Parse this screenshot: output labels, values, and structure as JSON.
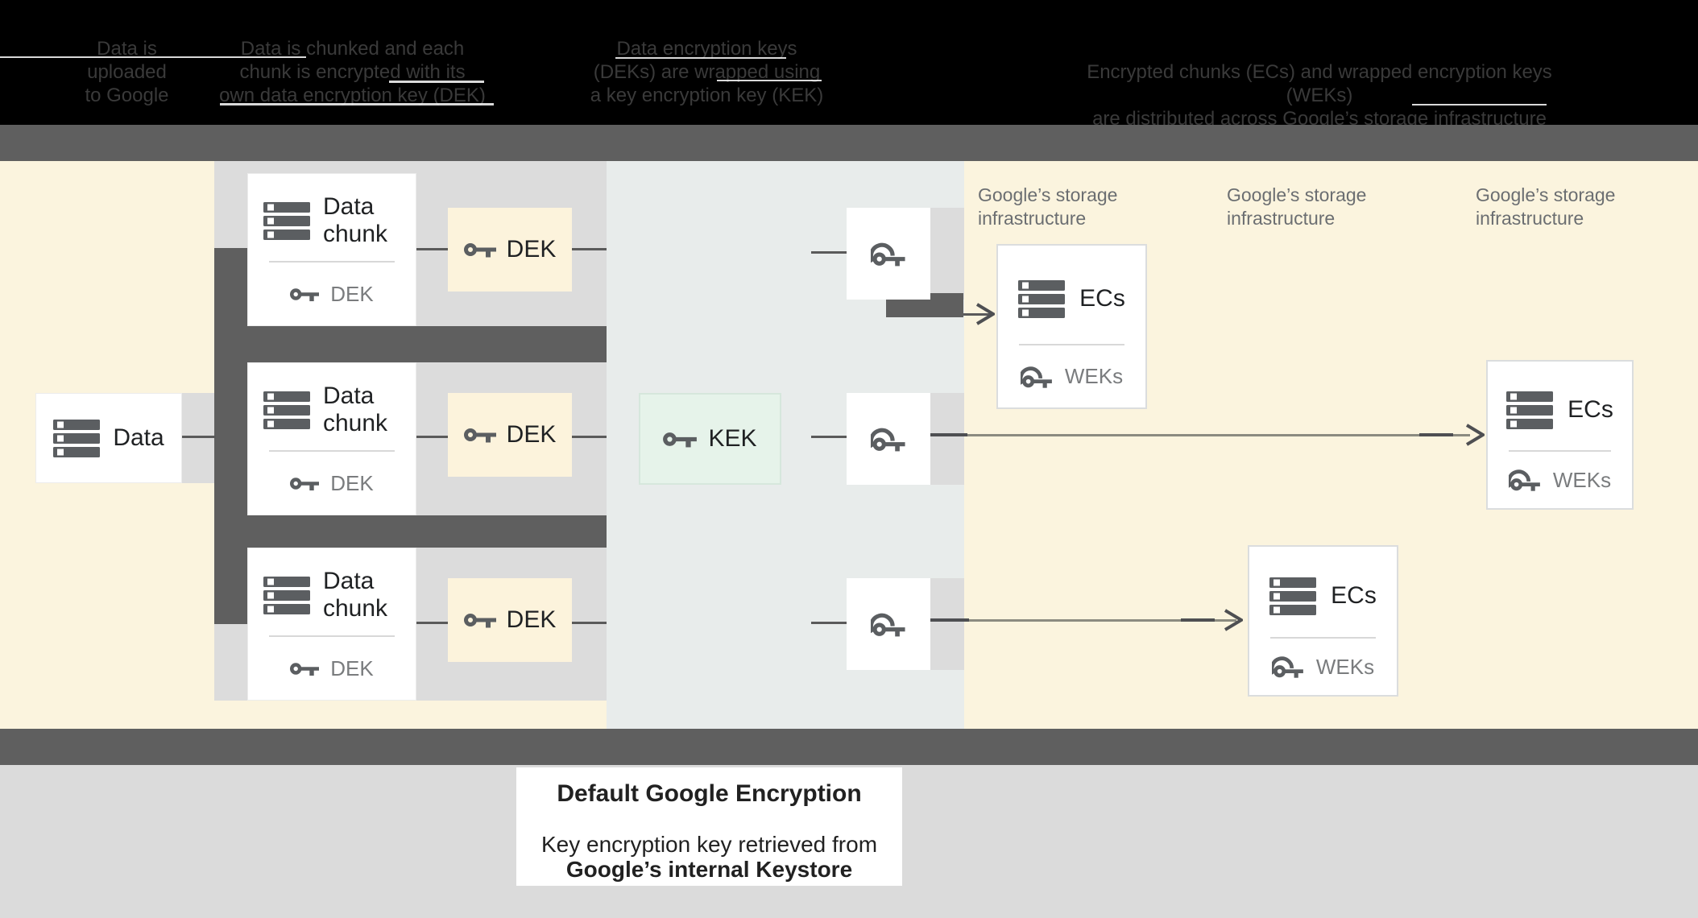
{
  "colors": {
    "black": "#000000",
    "bar": "#5F5F5F",
    "cream": "#FBF4DE",
    "bluegray": "#E8ECEB",
    "strip": "#DCDCDC",
    "footerbg": "#DBDBDB",
    "icon": "#5B5E61",
    "dek": "#FCF3DC",
    "kek": "#E6F3EA",
    "kekborder": "#D6E7DC",
    "textdark": "#1F2123",
    "textgray": "#7A7C7E",
    "storagetext": "#6B6E71",
    "line": "#5A5A5A",
    "headertext": "#3A3A3A"
  },
  "header": {
    "steps": [
      {
        "lines": [
          "Data is",
          "uploaded",
          "to Google"
        ]
      },
      {
        "lines": [
          "Data is chunked and each",
          "chunk is encrypted with its",
          "own data encryption key (DEK)"
        ]
      },
      {
        "lines": [
          "Data encryption keys",
          "(DEKs) are wrapped using",
          "a key encryption key (KEK)"
        ]
      },
      {
        "lines": [
          "Encrypted chunks (ECs) and wrapped encryption keys (WEKs)",
          "are distributed across Google’s storage infrastructure"
        ]
      }
    ]
  },
  "diagram": {
    "data_box": {
      "label": "Data"
    },
    "chunks": [
      {
        "title": "Data chunk",
        "key_label": "DEK"
      },
      {
        "title": "Data chunk",
        "key_label": "DEK"
      },
      {
        "title": "Data chunk",
        "key_label": "DEK"
      }
    ],
    "dek_boxes": [
      {
        "label": "DEK"
      },
      {
        "label": "DEK"
      },
      {
        "label": "DEK"
      }
    ],
    "kek_box": {
      "label": "KEK"
    },
    "storage_labels": [
      "Google’s storage infrastructure",
      "Google’s storage infrastructure",
      "Google’s storage infrastructure"
    ],
    "ec_boxes": [
      {
        "title": "ECs",
        "key_label": "WEKs"
      },
      {
        "title": "ECs",
        "key_label": "WEKs"
      },
      {
        "title": "ECs",
        "key_label": "WEKs"
      }
    ]
  },
  "footer": {
    "title": "Default Google Encryption",
    "line1": "Key encryption key retrieved from",
    "line2": "Google’s internal Keystore"
  }
}
